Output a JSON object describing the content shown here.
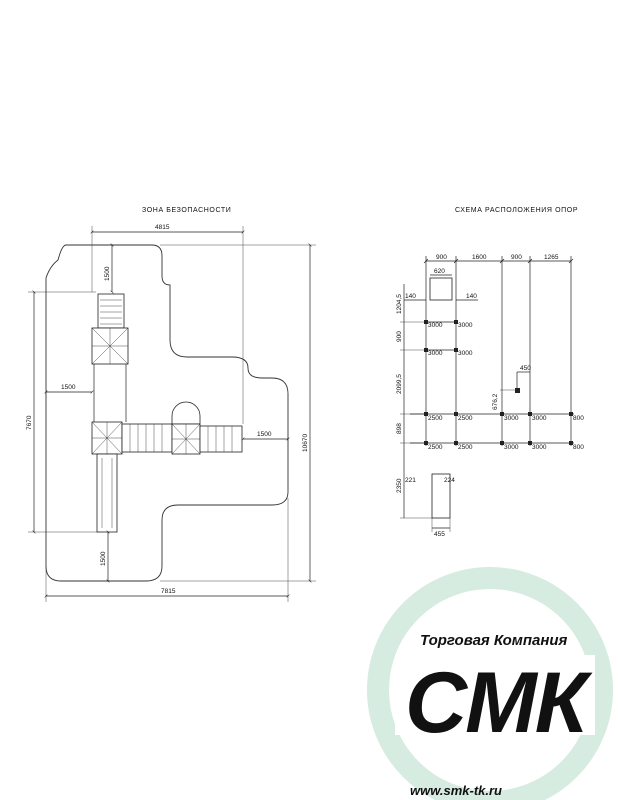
{
  "left_plan": {
    "title": "ЗОНА БЕЗОПАСНОСТИ",
    "dims": {
      "top": "4815",
      "bottom": "7815",
      "left": "7670",
      "right": "10670",
      "inner_left": "1500",
      "top_margin": "1500",
      "bottom_margin": "1500",
      "right_margin": "1500"
    }
  },
  "right_plan": {
    "title": "СХЕМА РАСПОЛОЖЕНИЯ ОПОР",
    "top_dims": [
      "900",
      "1600",
      "900",
      "1265"
    ],
    "labels": {
      "d620": "620",
      "d140a": "140",
      "d140b": "140",
      "d1204": "1204,5",
      "d900": "900",
      "d2099": "2099,5",
      "d898": "898",
      "d2350": "2350",
      "d221": "221",
      "d224": "224",
      "d455": "455",
      "d450": "450",
      "d676": "676,2",
      "r1a": "3000",
      "r1b": "3000",
      "r2a": "3000",
      "r2b": "3000",
      "r3a": "2500",
      "r3b": "2500",
      "r3c": "3000",
      "r3d": "3000",
      "r3e": "800",
      "r4a": "2500",
      "r4b": "2500",
      "r4c": "3000",
      "r4d": "3000",
      "r4e": "800"
    }
  },
  "watermark": {
    "company": "Торговая Компания",
    "brand": "СМК",
    "url": "www.smk-tk.ru",
    "color": "#d6ece0"
  }
}
